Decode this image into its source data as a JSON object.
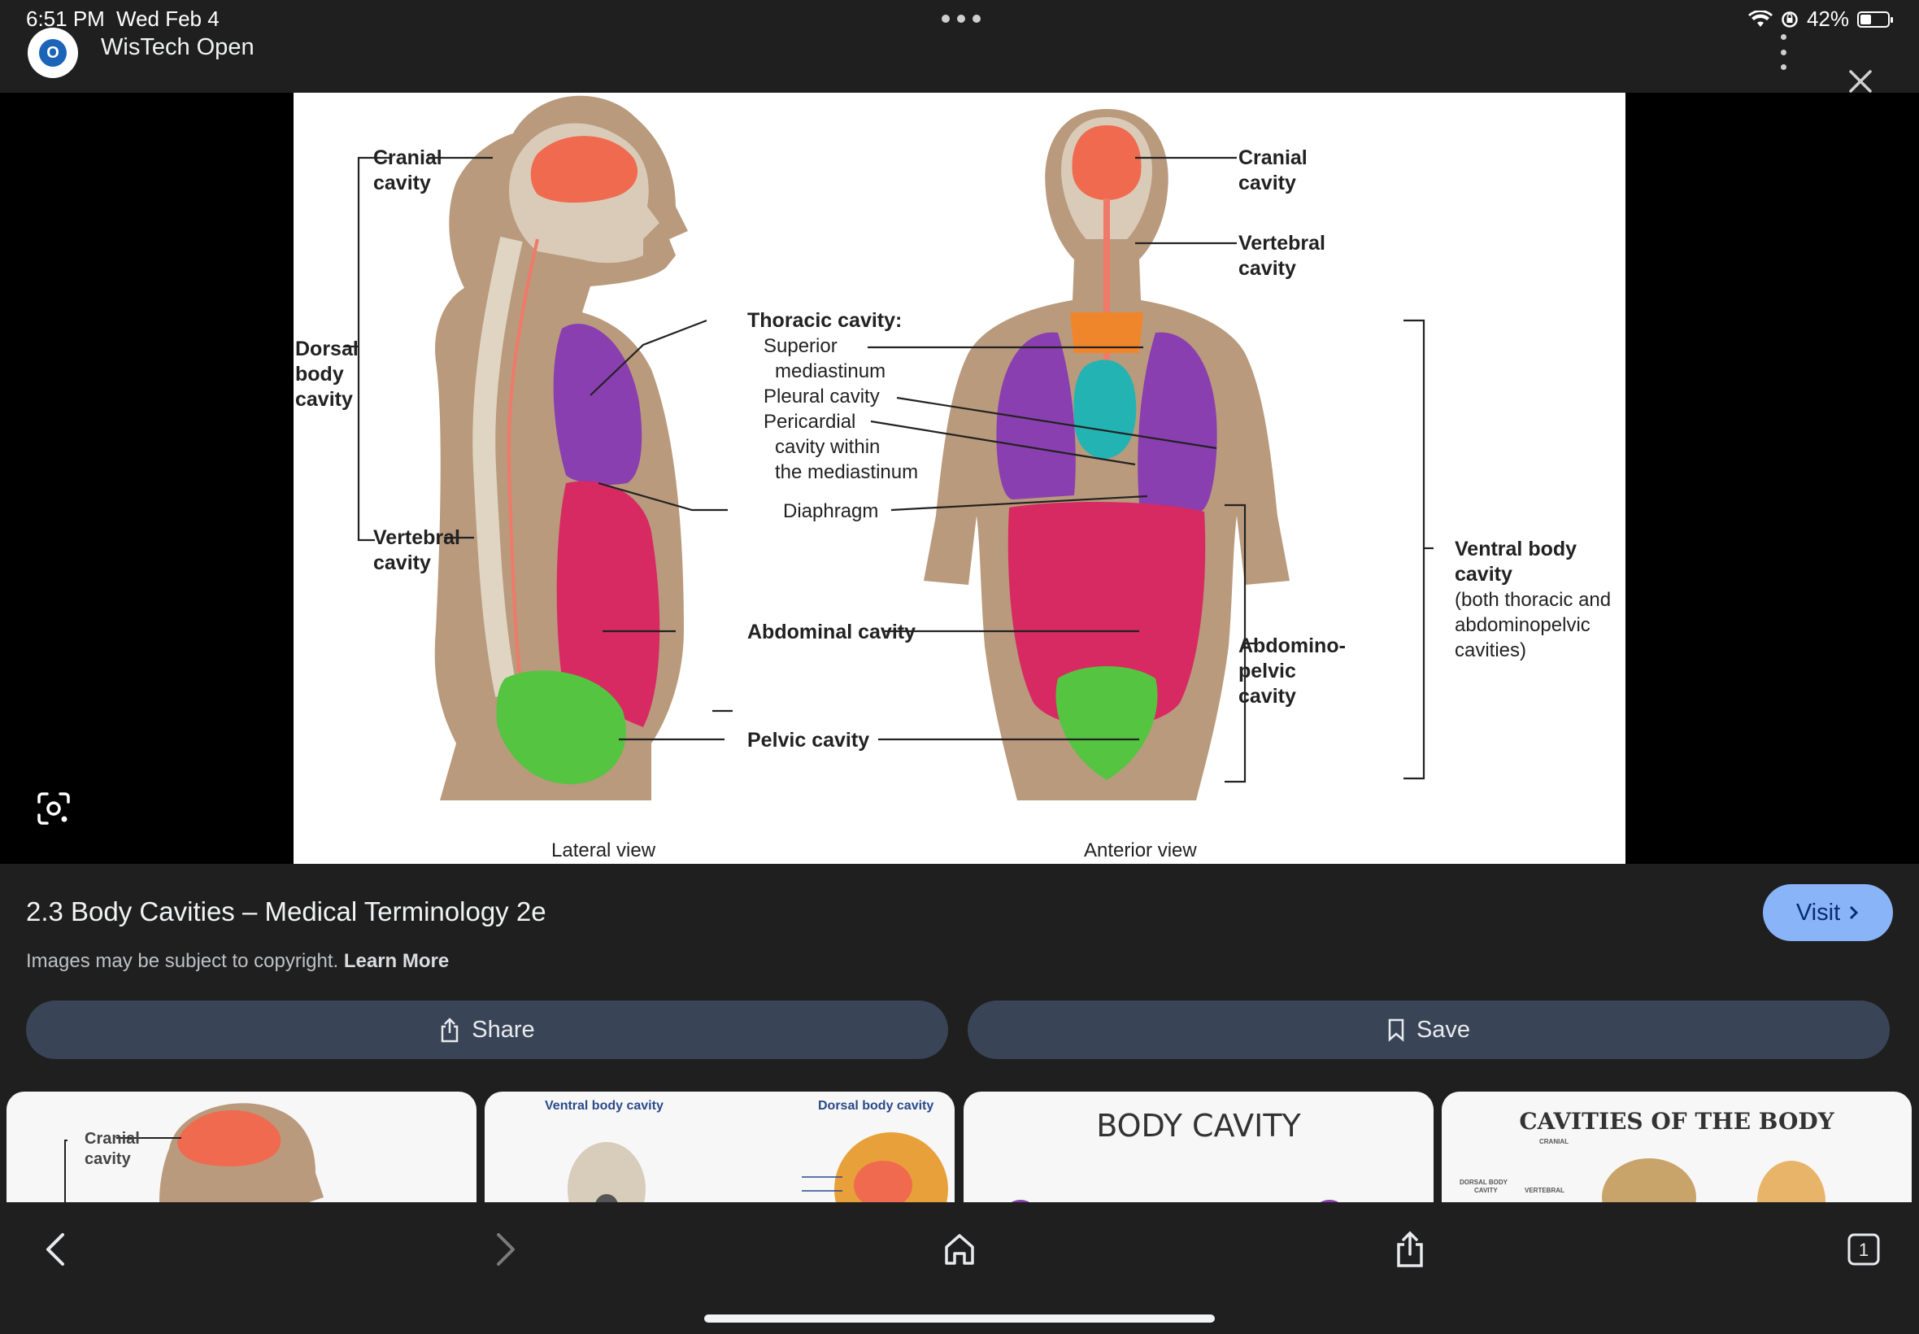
{
  "status_bar": {
    "time": "6:51 PM",
    "date": "Wed Feb 4",
    "battery": "42%",
    "battery_level": 0.42
  },
  "header": {
    "site_name": "WisTech Open"
  },
  "diagram": {
    "left": {
      "cranial": [
        "Cranial",
        "cavity"
      ],
      "dorsal": [
        "Dorsal",
        "body",
        "cavity"
      ],
      "vertebral": [
        "Vertebral",
        "cavity"
      ]
    },
    "middle": {
      "thoracic_title": "Thoracic cavity:",
      "thoracic_lines": [
        "Superior",
        "mediastinum",
        "Pleural cavity",
        "Pericardial",
        "cavity within",
        "the mediastinum"
      ],
      "diaphragm": "Diaphragm",
      "abdominal": "Abdominal cavity",
      "pelvic": "Pelvic cavity"
    },
    "right": {
      "cranial": [
        "Cranial",
        "cavity"
      ],
      "vertebral": [
        "Vertebral",
        "cavity"
      ],
      "abdomino": [
        "Abdomino-",
        "pelvic",
        "cavity"
      ],
      "ventral_bold": [
        "Ventral body",
        "cavity"
      ],
      "ventral_note": [
        "(both thoracic and",
        "abdominopelvic",
        "cavities)"
      ]
    },
    "lateral_caption": "Lateral view",
    "anterior_caption": "Anterior view"
  },
  "info": {
    "title": "2.3 Body Cavities – Medical Terminology 2e",
    "copyright_text": "Images may be subject to copyright.",
    "learn_more": "Learn More",
    "visit_label": "Visit"
  },
  "actions": {
    "share_label": "Share",
    "save_label": "Save"
  },
  "related": [
    {
      "label_lines": [
        "Cranial",
        "cavity"
      ]
    },
    {
      "left_label": "Ventral body cavity",
      "right_label": "Dorsal body cavity"
    },
    {
      "title": "BODY CAVITY"
    },
    {
      "title": "CAVITIES OF THE BODY",
      "small_labels": [
        "CRANIAL",
        "DORSAL BODY",
        "CAVITY",
        "VERTEBRAL"
      ]
    }
  ],
  "bottom_nav": {
    "tab_count": "1"
  }
}
